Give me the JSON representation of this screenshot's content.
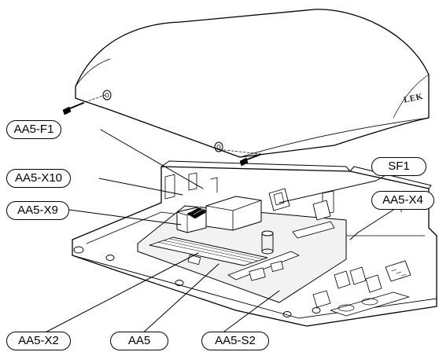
{
  "labels": {
    "aa5_f1": "AA5-F1",
    "aa5_x10": "AA5-X10",
    "aa5_x9": "AA5-X9",
    "sf1": "SF1",
    "aa5_x4": "AA5-X4",
    "aa5_x2": "AA5-X2",
    "aa5": "AA5",
    "aa5_s2": "AA5-S2"
  },
  "cover_brand": "LEK",
  "colors": {
    "line": "#000000",
    "background": "#ffffff",
    "board": "#f2f2f2"
  }
}
